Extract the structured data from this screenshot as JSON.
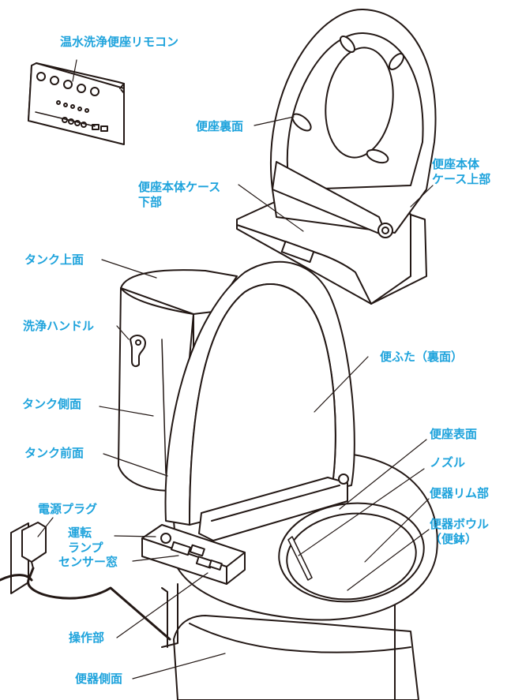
{
  "colors": {
    "label": "#1ea3dc",
    "line": "#231815",
    "fill": "#ffffff"
  },
  "labels": {
    "remote": "温水洗浄便座リモコン",
    "seat_underside": "便座裏面",
    "seat_case_lower": "便座本体ケース\n下部",
    "seat_case_upper": "便座本体\nケース上部",
    "tank_top": "タンク上面",
    "flush_handle": "洗浄ハンドル",
    "lid_underside": "便ふた（裏面）",
    "tank_side": "タンク側面",
    "tank_front": "タンク前面",
    "seat_surface": "便座表面",
    "nozzle": "ノズル",
    "bowl_rim": "便器リム部",
    "bowl_inner": "便器ボウル\n（便鉢）",
    "power_plug": "電源プラグ",
    "run_lamp": "運転\nランプ",
    "sensor_window": "センサー窓",
    "control_panel": "操作部",
    "bowl_side": "便器側面"
  }
}
